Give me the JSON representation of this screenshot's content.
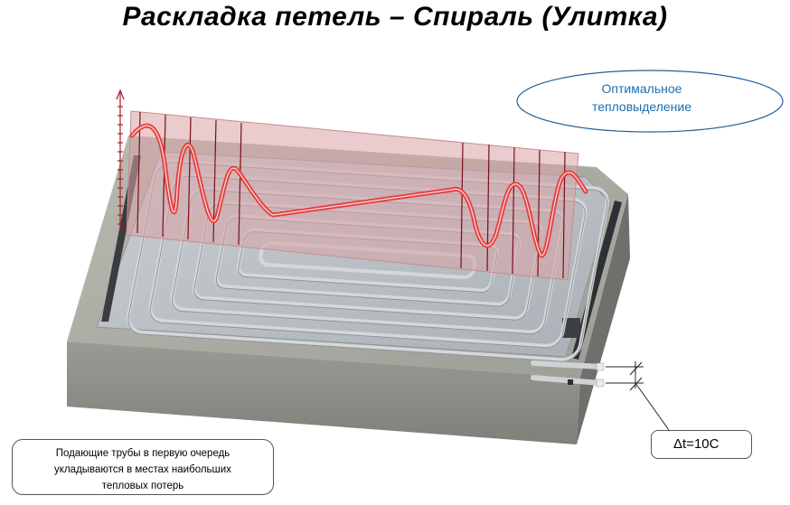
{
  "title": "Раскладка петель – Спираль (Улитка)",
  "ellipse_note": {
    "line1": "Оптимальное",
    "line2": "тепловыделение",
    "color": "#1a6fb0"
  },
  "supply_note": {
    "line1": "Подающие трубы в первую очередь",
    "line2": "укладываются в местах наибольших",
    "line3": "тепловых потерь"
  },
  "delta_t_label": "Δt=10С",
  "colors": {
    "slab_top": "#a9aaa2",
    "slab_front": "#8b8c86",
    "slab_side": "#6f706b",
    "pipe": "#c8cacb",
    "heat_curve": "#e3403f",
    "heat_panel": "#d8a3a6",
    "grid_line": "#7a0f18"
  }
}
